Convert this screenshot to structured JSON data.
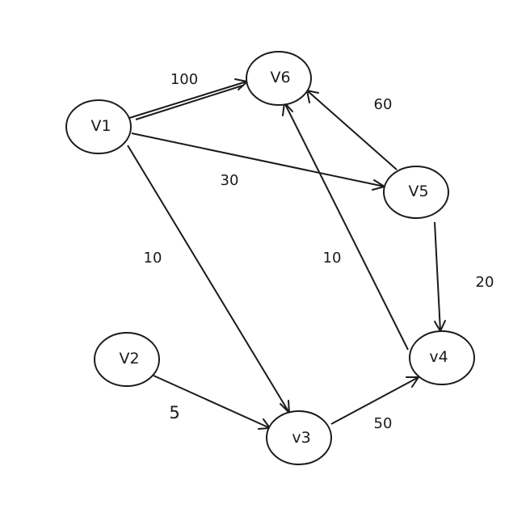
{
  "nodes": {
    "v1": {
      "label": "V1"
    },
    "v2": {
      "label": "V2"
    },
    "v3": {
      "label": "v3"
    },
    "v4": {
      "label": "v4"
    },
    "v5": {
      "label": "V5"
    },
    "v6": {
      "label": "V6"
    }
  },
  "edges": {
    "v1_v6": {
      "from": "V1",
      "to": "V6",
      "weight": "100"
    },
    "v1_v5": {
      "from": "V1",
      "to": "V5",
      "weight": "30"
    },
    "v1_v3": {
      "from": "V1",
      "to": "v3",
      "weight": "10"
    },
    "v2_v3": {
      "from": "V2",
      "to": "v3",
      "weight": "5"
    },
    "v3_v4": {
      "from": "v3",
      "to": "v4",
      "weight": "50"
    },
    "v4_v6": {
      "from": "v4",
      "to": "V6",
      "weight": "10"
    },
    "v5_v6": {
      "from": "V5",
      "to": "V6",
      "weight": "60"
    },
    "v5_v4": {
      "from": "V5",
      "to": "v4",
      "weight": "20"
    }
  },
  "colors": {
    "stroke": "#1a1a1a",
    "background": "#ffffff"
  }
}
